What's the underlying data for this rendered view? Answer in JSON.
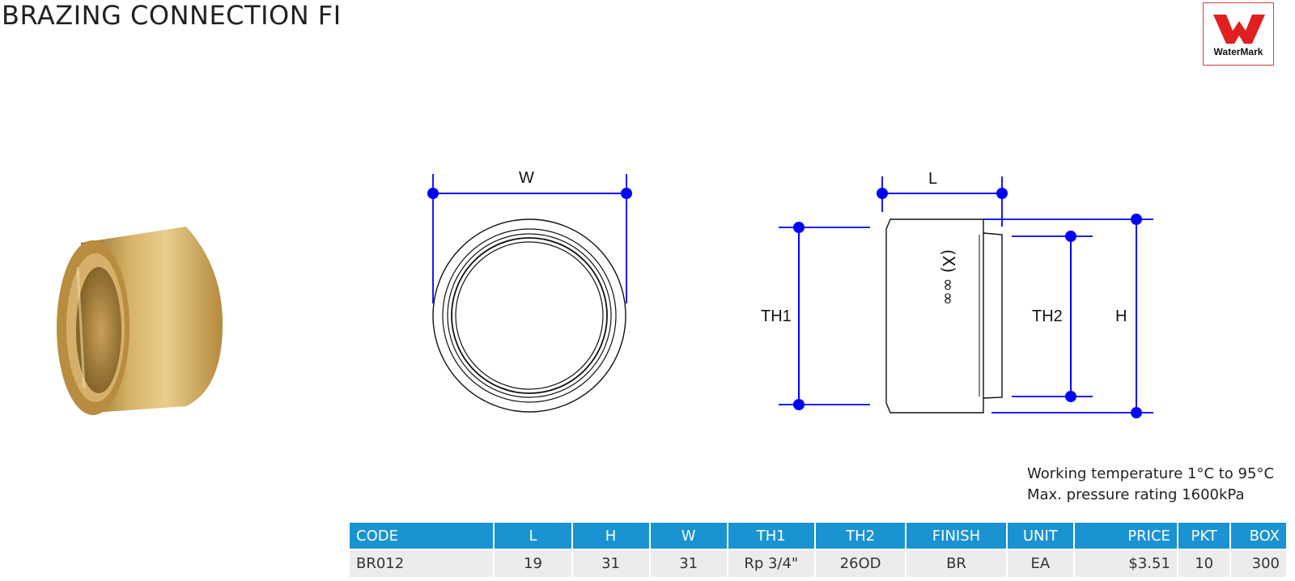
{
  "header": {
    "title": "BRAZING CONNECTION FI",
    "logo_text": "WaterMark",
    "logo_color": "#e03c3c"
  },
  "drawing": {
    "front_view": {
      "width_label": "W"
    },
    "side_view": {
      "length_label": "L",
      "th1_label": "TH1",
      "th2_label": "TH2",
      "height_label": "H"
    },
    "dimension_color": "#0000ff"
  },
  "specs": {
    "working_temperature": "Working temperature 1°C to 95°C",
    "max_pressure": "Max. pressure rating 1600kPa"
  },
  "table": {
    "header_color": "#1a93d2",
    "columns": [
      "CODE",
      "L",
      "H",
      "W",
      "TH1",
      "TH2",
      "FINISH",
      "UNIT",
      "PRICE",
      "PKT",
      "BOX"
    ],
    "rows": [
      [
        "BR012",
        "19",
        "31",
        "31",
        "Rp 3/4\"",
        "26OD",
        "BR",
        "EA",
        "$3.51",
        "10",
        "300"
      ]
    ]
  }
}
